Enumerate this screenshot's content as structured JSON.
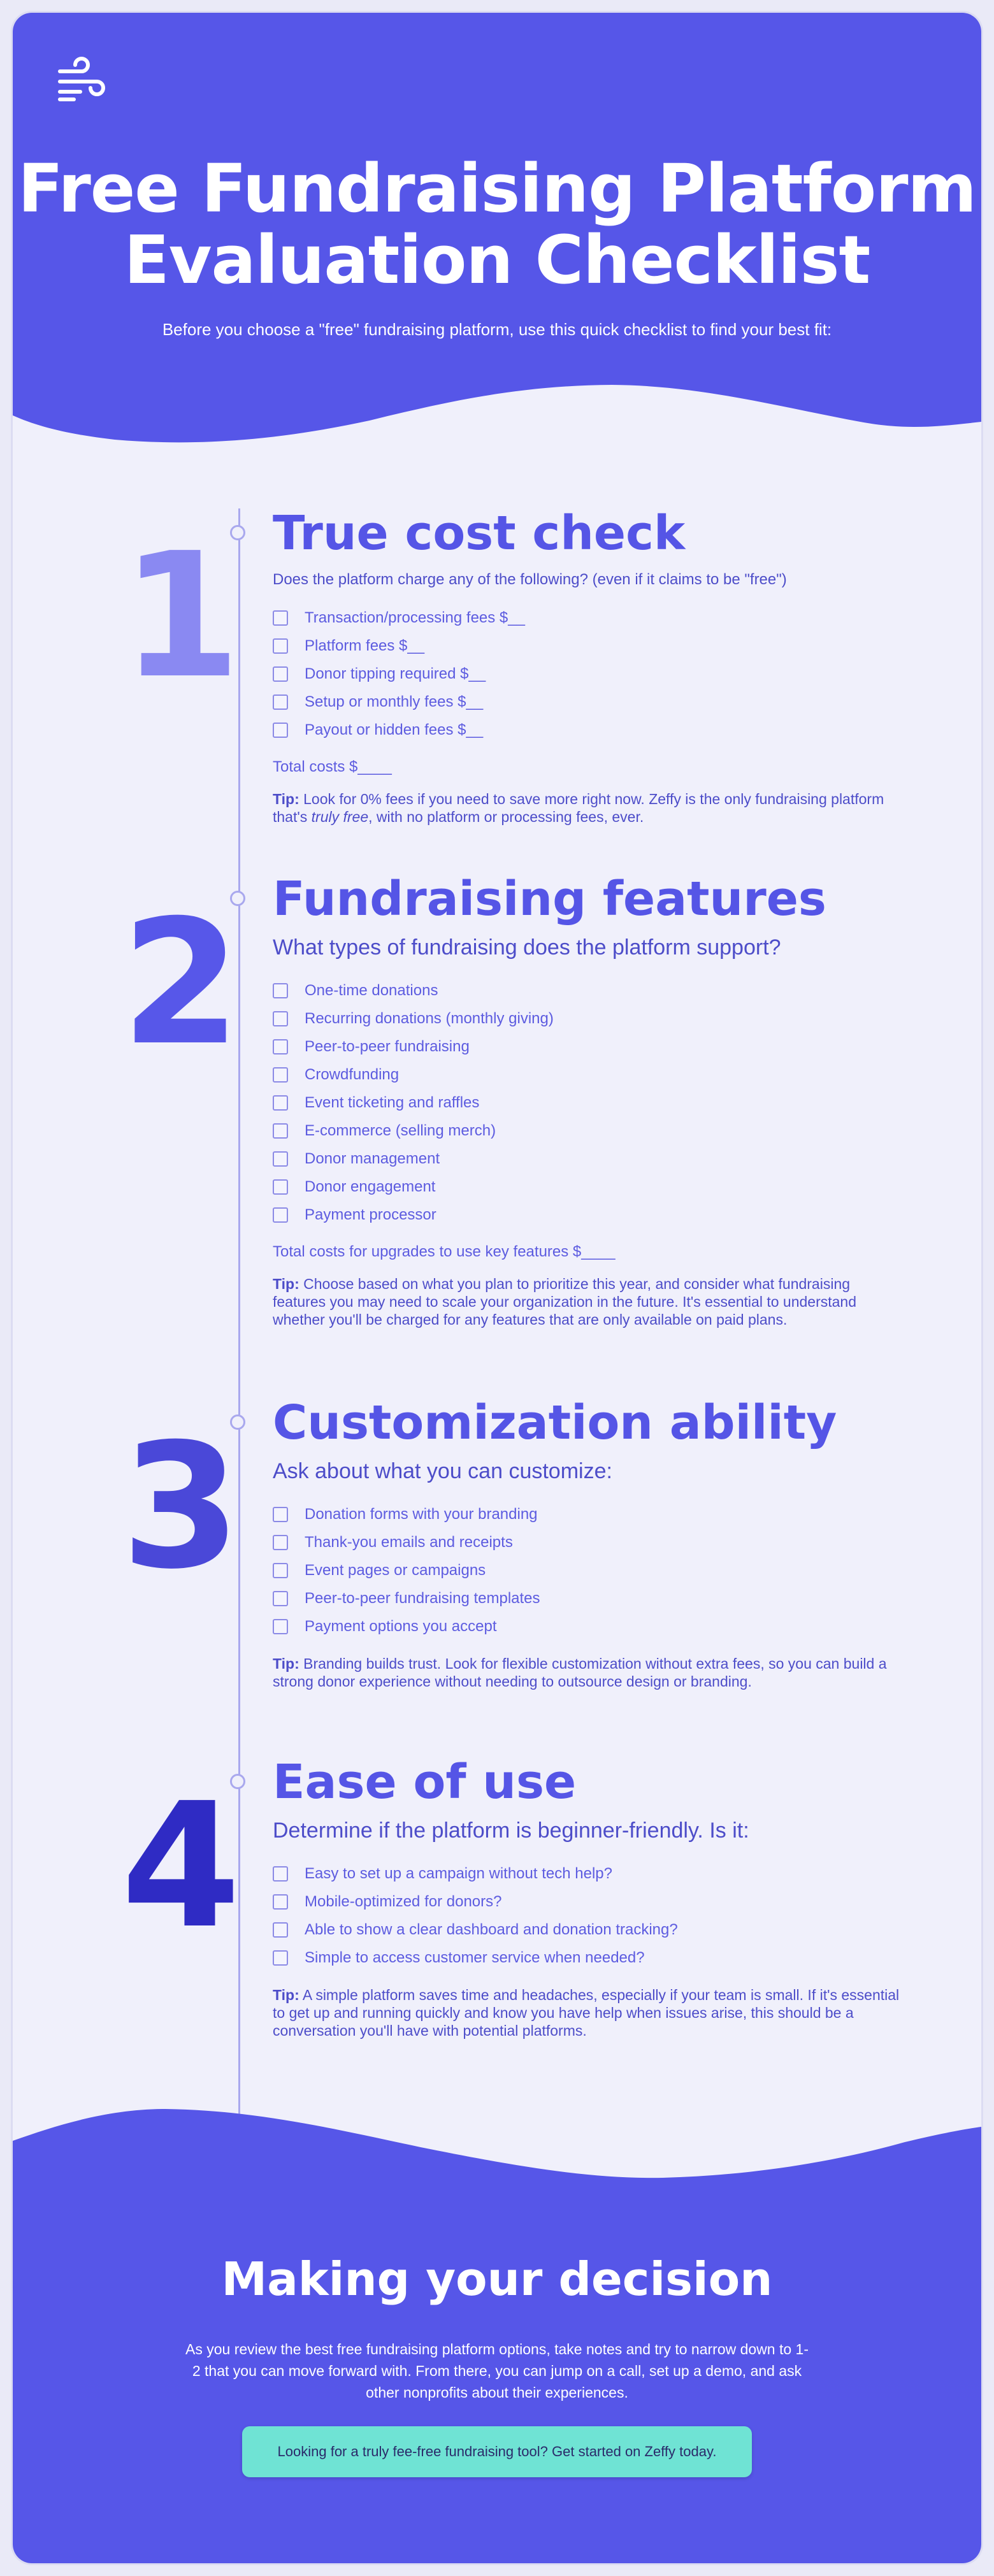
{
  "header": {
    "title_line1": "Free Fundraising Platform",
    "title_line2": "Evaluation Checklist",
    "subtitle": "Before you choose a \"free\" fundraising platform, use this quick checklist to find your best fit:"
  },
  "colors": {
    "brand_purple": "#5656e8",
    "accent_teal": "#6fe3d4",
    "background": "#f0f0fb",
    "num1": "#8a89f2",
    "num2": "#5757e9",
    "num3": "#4a48d8",
    "num4": "#2f2bc4"
  },
  "sections": [
    {
      "number": "1",
      "title": "True cost check",
      "prompt": "Does the platform charge any of the following? (even if it claims to be \"free\")",
      "items": [
        "Transaction/processing fees $__",
        "Platform fees $__",
        "Donor tipping required $__",
        "Setup or monthly fees $__",
        "Payout or hidden fees $__"
      ],
      "total": "Total costs $____",
      "tip_label": "Tip:",
      "tip_text_1": " Look for 0% fees if you need to save more right now. Zeffy is the only fundraising platform that's ",
      "tip_em": "truly free",
      "tip_text_2": ", with no platform or processing fees, ever."
    },
    {
      "number": "2",
      "title": "Fundraising features",
      "prompt": "What types of fundraising does the platform support?",
      "items": [
        "One-time donations",
        "Recurring donations (monthly giving)",
        "Peer-to-peer fundraising",
        "Crowdfunding",
        "Event ticketing and raffles",
        "E-commerce (selling merch)",
        "Donor management",
        "Donor engagement",
        "Payment processor"
      ],
      "total": "Total costs for upgrades to use key features $____",
      "tip_label": "Tip:",
      "tip_text": " Choose based on what you plan to prioritize this year, and consider what fundraising features you may need to scale your organization in the future. It's essential to understand whether you'll be charged for any features that are only available on paid plans."
    },
    {
      "number": "3",
      "title": "Customization ability",
      "prompt": "Ask about what you can customize:",
      "items": [
        "Donation forms with your branding",
        "Thank-you emails and receipts",
        "Event pages or campaigns",
        "Peer-to-peer fundraising templates",
        "Payment options you accept"
      ],
      "tip_label": "Tip:",
      "tip_text": " Branding builds trust. Look for flexible customization without extra fees, so you can build a strong donor experience without needing to outsource design or branding."
    },
    {
      "number": "4",
      "title": "Ease of use",
      "prompt": "Determine if the platform is beginner-friendly. Is it:",
      "items": [
        "Easy to set up a campaign without tech help?",
        "Mobile-optimized for donors?",
        "Able to show a clear dashboard and donation tracking?",
        "Simple to access customer service when needed?"
      ],
      "tip_label": "Tip:",
      "tip_text": " A simple platform saves time and headaches, especially if your team is small. If it's essential to get up and running quickly and know you have help when issues arise, this should be a conversation you'll have with potential platforms."
    }
  ],
  "footer": {
    "title": "Making your decision",
    "body": "As you review the best free fundraising platform options, take notes and try to narrow down to 1-2 that you can move forward with. From there, you can jump on a call, set up a demo, and ask other nonprofits about their experiences.",
    "cta_label": "Looking for a truly fee-free fundraising tool? Get started on Zeffy today."
  }
}
